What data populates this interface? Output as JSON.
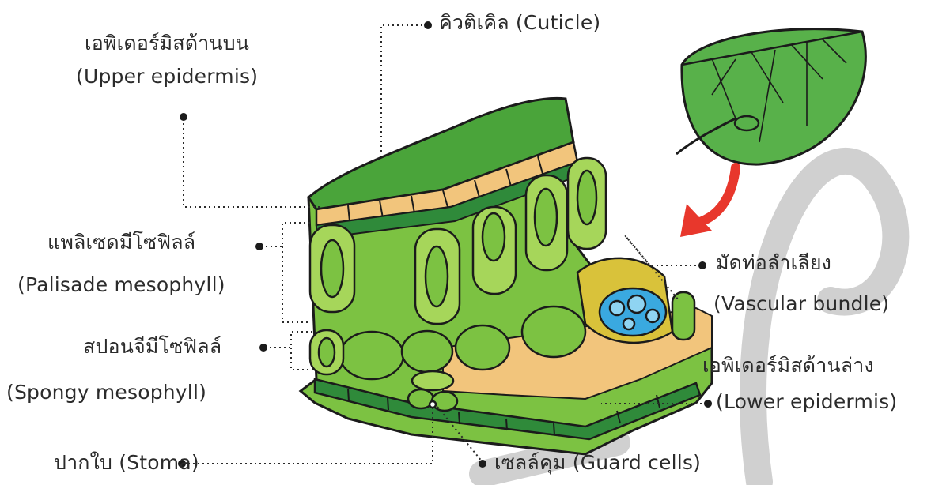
{
  "labels": {
    "upper_epidermis": {
      "thai": "เอพิเดอร์มิสด้านบน",
      "english": "(Upper epidermis)"
    },
    "cuticle": "คิวติเคิล (Cuticle)",
    "palisade": {
      "thai": "แพลิเซดมีโซฟิลล์",
      "english": "(Palisade mesophyll)"
    },
    "spongy": {
      "thai": "สปอนจีมีโซฟิลล์",
      "english": "(Spongy mesophyll)"
    },
    "stoma": "ปากใบ (Stoma)",
    "guard_cells": "เซลล์คุม (Guard cells)",
    "vascular": {
      "thai": "มัดท่อลำเลียง",
      "english": "(Vascular bundle)"
    },
    "lower_epidermis": {
      "thai": "เอพิเดอร์มิสด้านล่าง",
      "english": "(Lower epidermis)"
    }
  },
  "colors": {
    "cuticle_green": "#4aa43a",
    "cell_green": "#7cc242",
    "light_green": "#a6d65a",
    "dark_green": "#2f8a3a",
    "tan": "#f2c57c",
    "vessel_blue": "#3aa9e0",
    "bundle_yellow": "#d9c23a",
    "arrow_red": "#e8372c",
    "watermark": "#cfcfcf"
  },
  "icons": [
    "leaf-icon",
    "red-curved-arrow-icon"
  ]
}
